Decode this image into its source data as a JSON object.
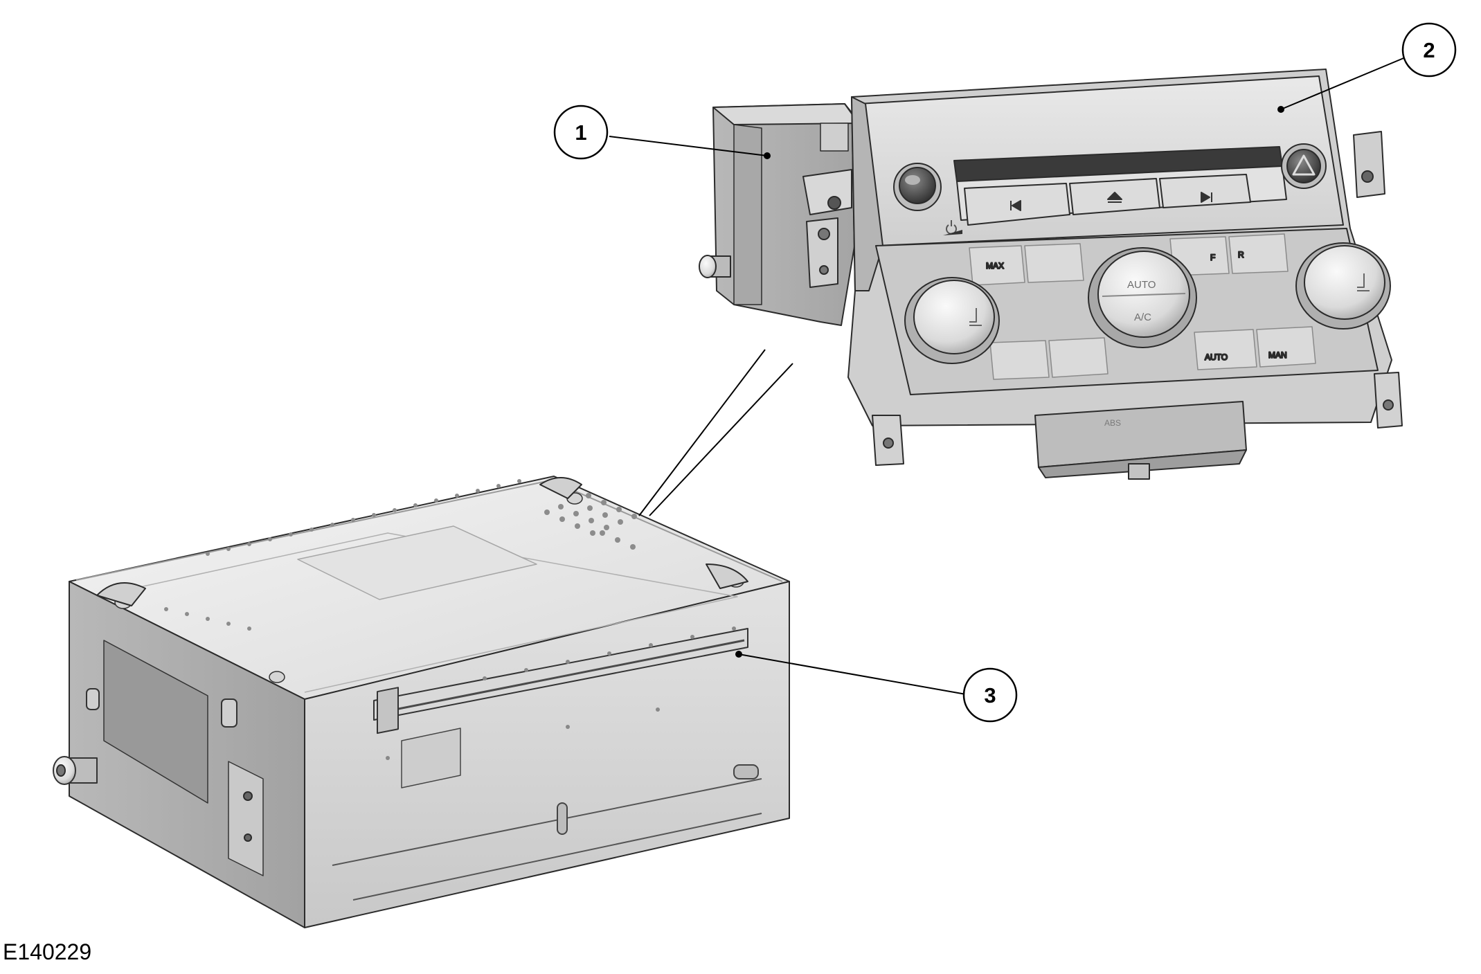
{
  "figure": {
    "id": "E140229"
  },
  "callouts": [
    {
      "number": "1"
    },
    {
      "number": "2"
    },
    {
      "number": "3"
    }
  ],
  "control_panel": {
    "buttons": {
      "max": "MAX",
      "front_defrost": "F",
      "rear_defrost": "R",
      "auto_left": "AUTO",
      "man": "MAN",
      "center_auto": "AUTO",
      "center_ac": "A/C",
      "abs": "ABS"
    }
  }
}
